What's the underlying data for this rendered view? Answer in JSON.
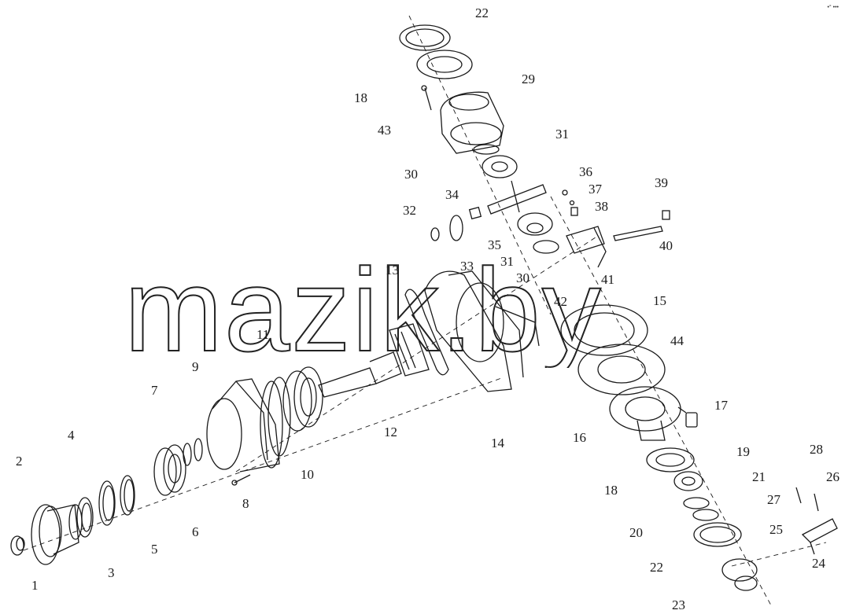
{
  "diagram": {
    "watermark": "mazik.by",
    "corner_mark": "•° •••",
    "callouts": [
      "1",
      "2",
      "3",
      "4",
      "5",
      "6",
      "7",
      "8",
      "9",
      "10",
      "11",
      "12",
      "13",
      "14",
      "15",
      "16",
      "17",
      "18",
      "18",
      "19",
      "20",
      "21",
      "22",
      "22",
      "23",
      "24",
      "25",
      "26",
      "27",
      "28",
      "29",
      "30",
      "30",
      "31",
      "31",
      "32",
      "33",
      "34",
      "35",
      "36",
      "37",
      "38",
      "39",
      "40",
      "41",
      "42",
      "43",
      "44"
    ]
  }
}
